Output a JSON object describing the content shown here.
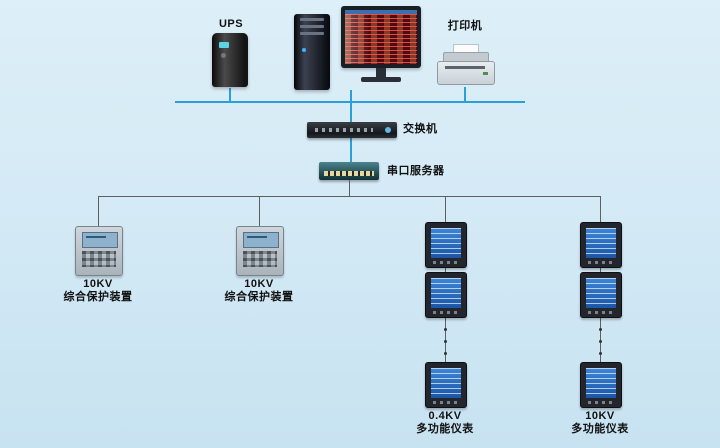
{
  "colors": {
    "background_top": "#ddeff8",
    "background_bottom": "#c7e2f1",
    "bus_line": "#2aa0d8",
    "wire_line": "#5f5f5f",
    "label_text": "#111111",
    "meter_screen": "#2b6fc0"
  },
  "nodes": {
    "ups": {
      "label": "UPS"
    },
    "printer": {
      "label": "打印机"
    },
    "switch": {
      "label": "交换机"
    },
    "serial_server": {
      "label": "串口服务器"
    },
    "protection_device_1": {
      "voltage": "10KV",
      "name": "综合保护装置"
    },
    "protection_device_2": {
      "voltage": "10KV",
      "name": "综合保护装置"
    },
    "meter_column_1": {
      "voltage": "0.4KV",
      "name": "多功能仪表"
    },
    "meter_column_2": {
      "voltage": "10KV",
      "name": "多功能仪表"
    }
  }
}
